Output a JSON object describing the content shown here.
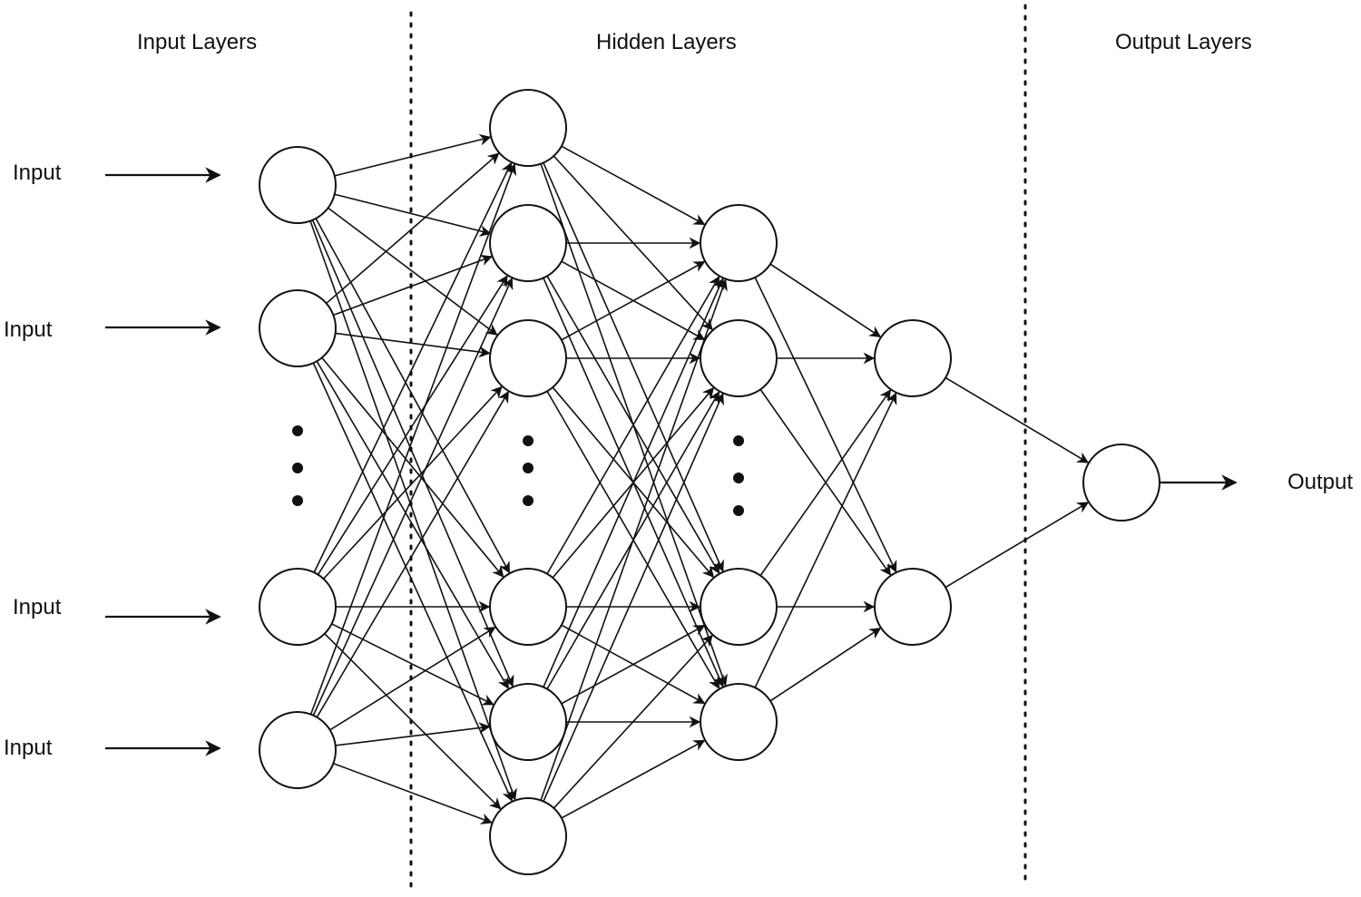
{
  "sections": {
    "input": "Input Layers",
    "hidden": "Hidden Layers",
    "output": "Output Layers"
  },
  "inputs": [
    "Input",
    "Input",
    "Input",
    "Input"
  ],
  "output_label": "Output",
  "network": {
    "layers": [
      {
        "name": "input",
        "visible_nodes": 4,
        "ellipsis_after": 2
      },
      {
        "name": "hidden-1",
        "visible_nodes": 6,
        "ellipsis_after": 3
      },
      {
        "name": "hidden-2",
        "visible_nodes": 4,
        "ellipsis_after": 2
      },
      {
        "name": "hidden-3",
        "visible_nodes": 2,
        "ellipsis_after": null
      },
      {
        "name": "output",
        "visible_nodes": 1,
        "ellipsis_after": null
      }
    ],
    "connections": "fully-connected"
  },
  "colors": {
    "background": "#ffffff",
    "stroke": "#111111"
  }
}
